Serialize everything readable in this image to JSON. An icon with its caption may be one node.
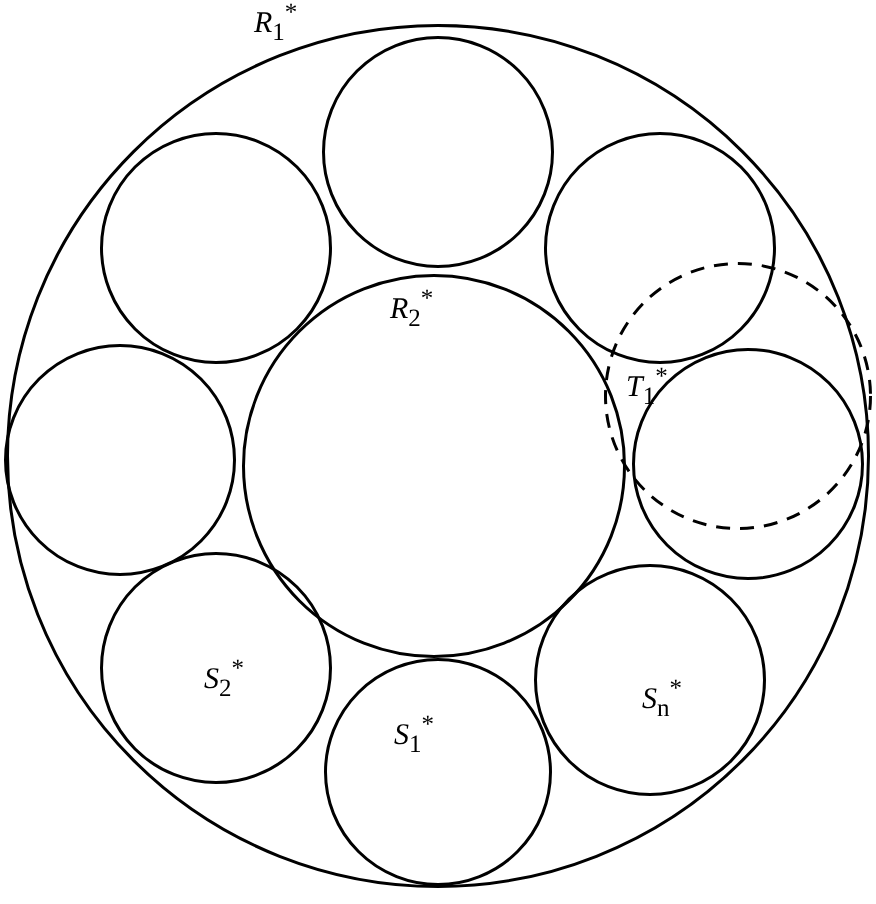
{
  "diagram": {
    "nodes": [
      {
        "text": [
          "*R*$_{1}$$^{*}$"
        ]
      },
      {
        "text": [],
        "shape": "circle",
        "in": 0
      },
      {
        "text": [],
        "shape": "circle",
        "in": 0
      },
      {
        "text": [],
        "shape": "circle",
        "in": 0
      },
      {
        "text": [
          "*R*$_{2}$$^{*}$"
        ],
        "in": 0
      },
      {
        "text": [
          "*T*$_{1}$$^{*}$"
        ],
        "in": 0
      },
      {
        "text": [],
        "shape": "circle",
        "in": 0
      },
      {
        "text": [],
        "shape": "circle",
        "in": 0
      },
      {
        "text": [
          "*S*$_{2}$$^{*}$"
        ],
        "in": 0
      },
      {
        "text": [
          "*S*$_{n}$$^{*}$"
        ],
        "in": 0
      },
      {
        "text": [
          "*S*$_{1}$$^{*}$"
        ],
        "in": 0
      }
    ]
  }
}
